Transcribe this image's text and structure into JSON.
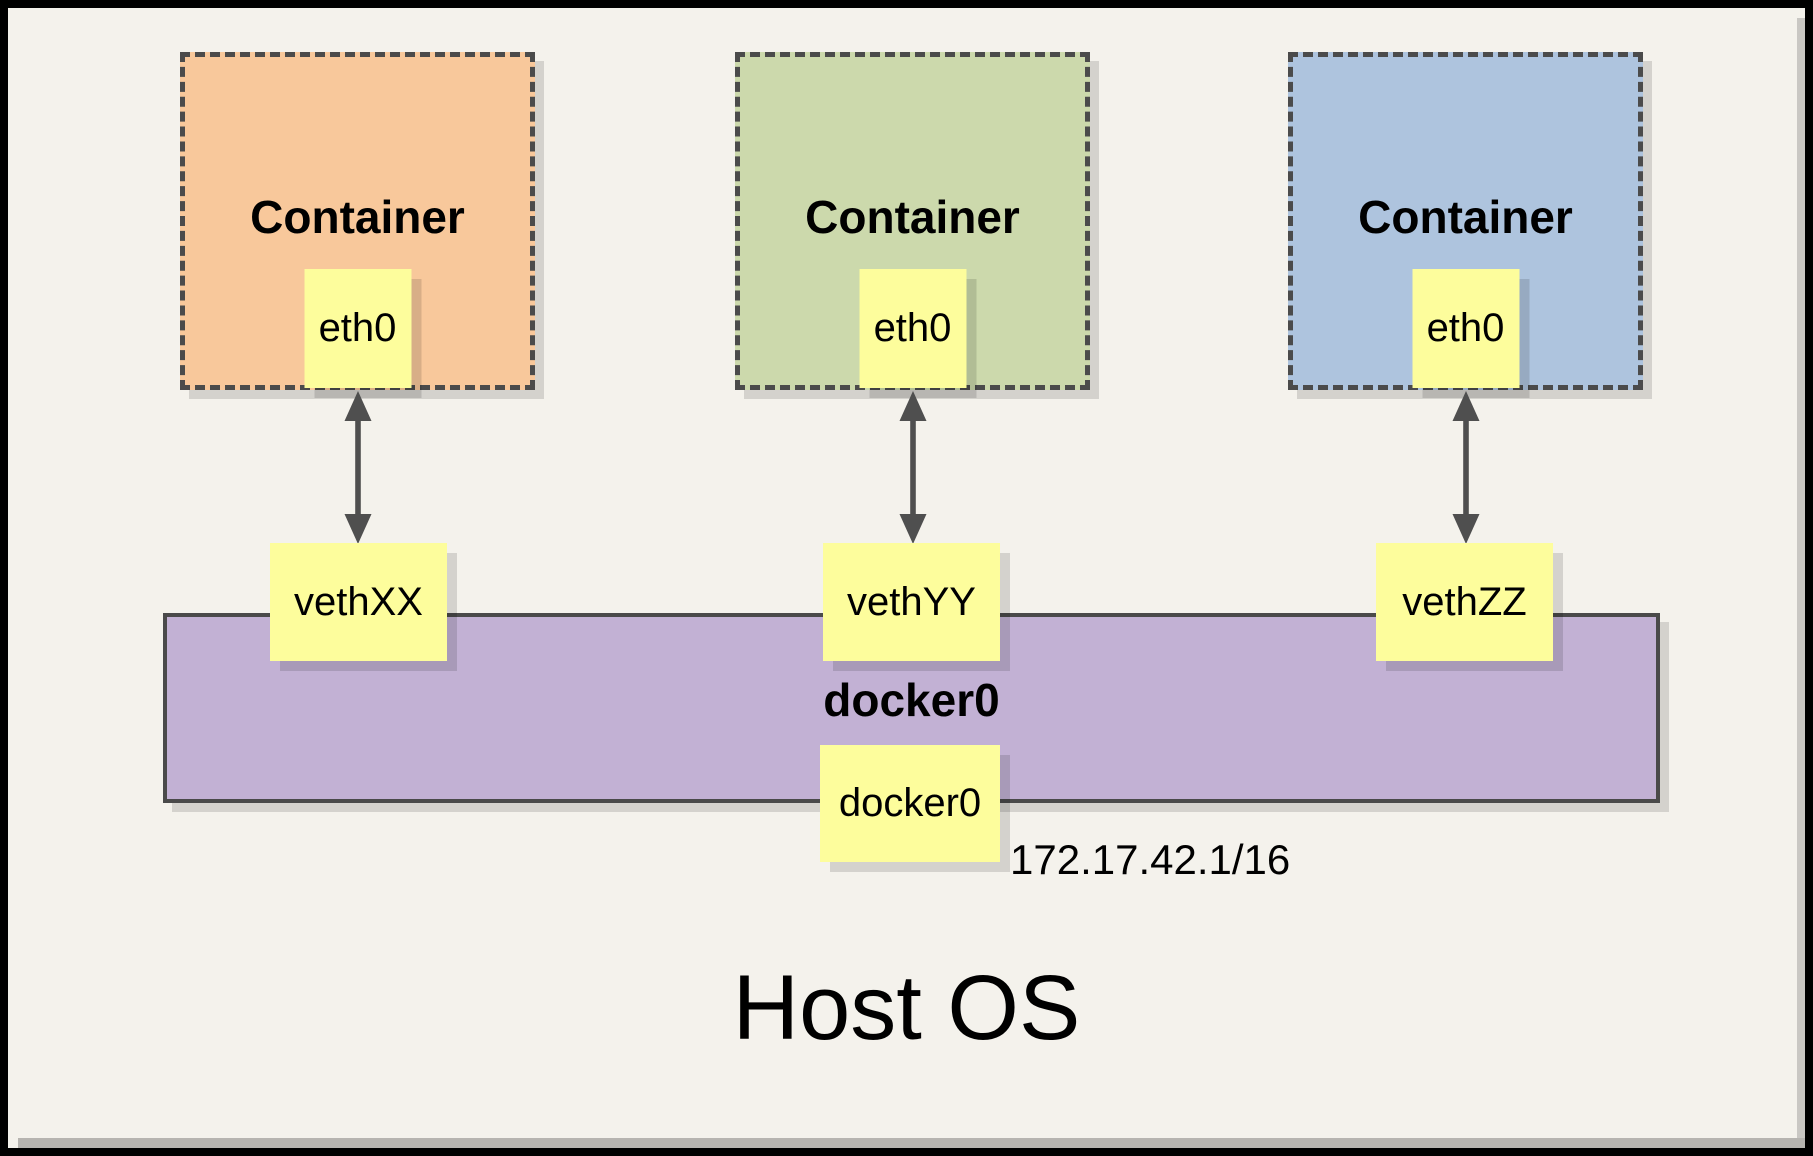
{
  "palette": {
    "background": "#F4F2EC",
    "frame_border": "#000000",
    "container_orange": "#F8C89B",
    "container_green": "#CCD9AC",
    "container_blue": "#AEC4DE",
    "interface_yellow": "#FDFD9C",
    "bridge_purple": "#C2B1D4",
    "dashed_border_gray": "#4B4B4B",
    "arrow_gray": "#4F4F4F"
  },
  "containers": [
    {
      "title": "Container",
      "interface": "eth0",
      "veth": "vethXX"
    },
    {
      "title": "Container",
      "interface": "eth0",
      "veth": "vethYY"
    },
    {
      "title": "Container",
      "interface": "eth0",
      "veth": "vethZZ"
    }
  ],
  "bridge": {
    "label": "docker0",
    "interface": "docker0",
    "ip": "172.17.42.1/16"
  },
  "host": {
    "label": "Host OS"
  }
}
